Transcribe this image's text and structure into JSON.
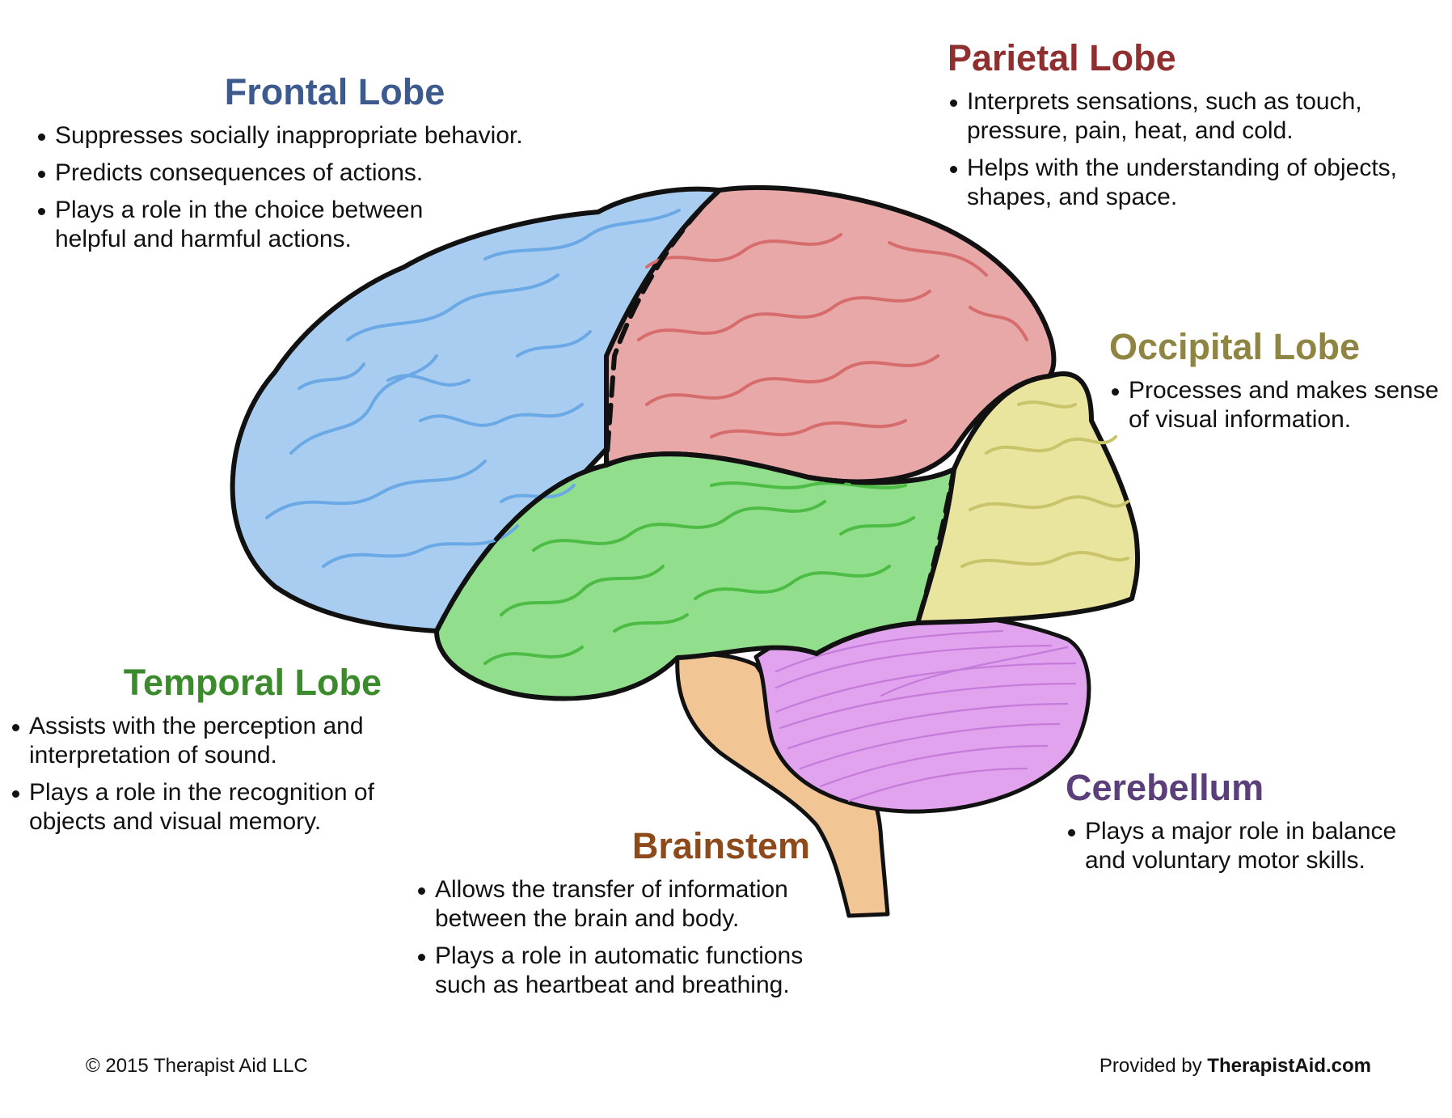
{
  "colors": {
    "frontal": "#3d5a8f",
    "parietal": "#8f2f2f",
    "occipital": "#8f8543",
    "temporal": "#3b8a2b",
    "cerebellum": "#5a3f7a",
    "brainstem": "#8f4a1c",
    "frontal_fill": "#a9cdf0",
    "parietal_fill": "#e8a8a8",
    "occipital_fill": "#e9e49e",
    "temporal_fill": "#91df8c",
    "cerebellum_fill": "#e1a2ee",
    "brainstem_fill": "#f1c594"
  },
  "lobes": {
    "frontal": {
      "title": "Frontal Lobe",
      "bullets": [
        "Suppresses socially inappropriate behavior.",
        "Predicts consequences of actions.",
        "Plays a role in the choice between helpful and harmful actions."
      ]
    },
    "parietal": {
      "title": "Parietal Lobe",
      "bullets": [
        "Interprets sensations, such as touch, pressure, pain, heat, and cold.",
        "Helps with the understanding of objects, shapes, and space."
      ]
    },
    "occipital": {
      "title": "Occipital Lobe",
      "bullets": [
        "Processes and makes sense of visual information."
      ]
    },
    "temporal": {
      "title": "Temporal Lobe",
      "bullets": [
        "Assists with the perception and interpretation of sound.",
        "Plays a role in the recognition of objects and visual memory."
      ]
    },
    "cerebellum": {
      "title": "Cerebellum",
      "bullets": [
        "Plays a major role in balance and voluntary motor skills."
      ]
    },
    "brainstem": {
      "title": "Brainstem",
      "bullets": [
        "Allows the transfer of information between the brain and body.",
        "Plays a role in automatic functions such as heartbeat and breathing."
      ]
    }
  },
  "footer": {
    "copyright": "© 2015 Therapist Aid LLC",
    "provided_prefix": "Provided by ",
    "provided_brand": "TherapistAid.com"
  }
}
